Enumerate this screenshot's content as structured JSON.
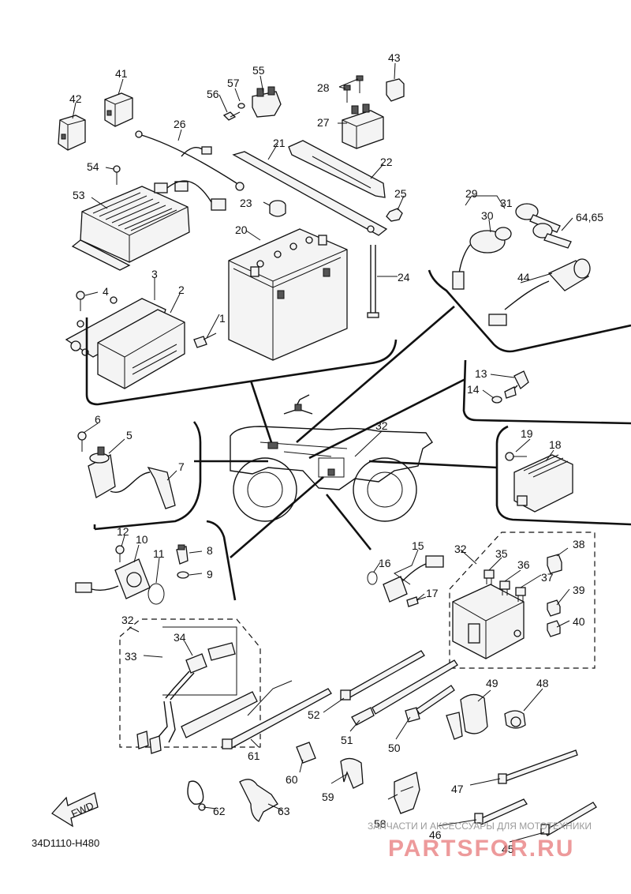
{
  "diagram_code": "34D1110-H480",
  "fwd_label": "FWD",
  "watermark": {
    "line1": "ЗАПЧАСТИ И АКСЕССУАРЫ ДЛЯ МОТОТЕХНИКИ",
    "line2": "PARTSFOR.RU"
  },
  "callouts": {
    "c1": "1",
    "c2": "2",
    "c3": "3",
    "c4": "4",
    "c5": "5",
    "c6": "6",
    "c7": "7",
    "c8": "8",
    "c9": "9",
    "c10": "10",
    "c11": "11",
    "c12": "12",
    "c13": "13",
    "c14": "14",
    "c15": "15",
    "c16": "16",
    "c17": "17",
    "c18": "18",
    "c19": "19",
    "c20": "20",
    "c21": "21",
    "c22": "22",
    "c23": "23",
    "c24": "24",
    "c25": "25",
    "c26": "26",
    "c27": "27",
    "c28": "28",
    "c29": "29",
    "c30": "30",
    "c31": "31",
    "c32a": "32",
    "c32b": "32",
    "c32c": "32",
    "c33": "33",
    "c34": "34",
    "c35": "35",
    "c36": "36",
    "c37": "37",
    "c38": "38",
    "c39": "39",
    "c40": "40",
    "c41": "41",
    "c42": "42",
    "c43": "43",
    "c44": "44",
    "c45": "45",
    "c46": "46",
    "c47": "47",
    "c48": "48",
    "c49": "49",
    "c50": "50",
    "c51": "51",
    "c52": "52",
    "c53": "53",
    "c54": "54",
    "c55": "55",
    "c56": "56",
    "c57": "57",
    "c58": "58",
    "c59": "59",
    "c60": "60",
    "c61": "61",
    "c62": "62",
    "c63": "63",
    "c6465": "64,65"
  }
}
